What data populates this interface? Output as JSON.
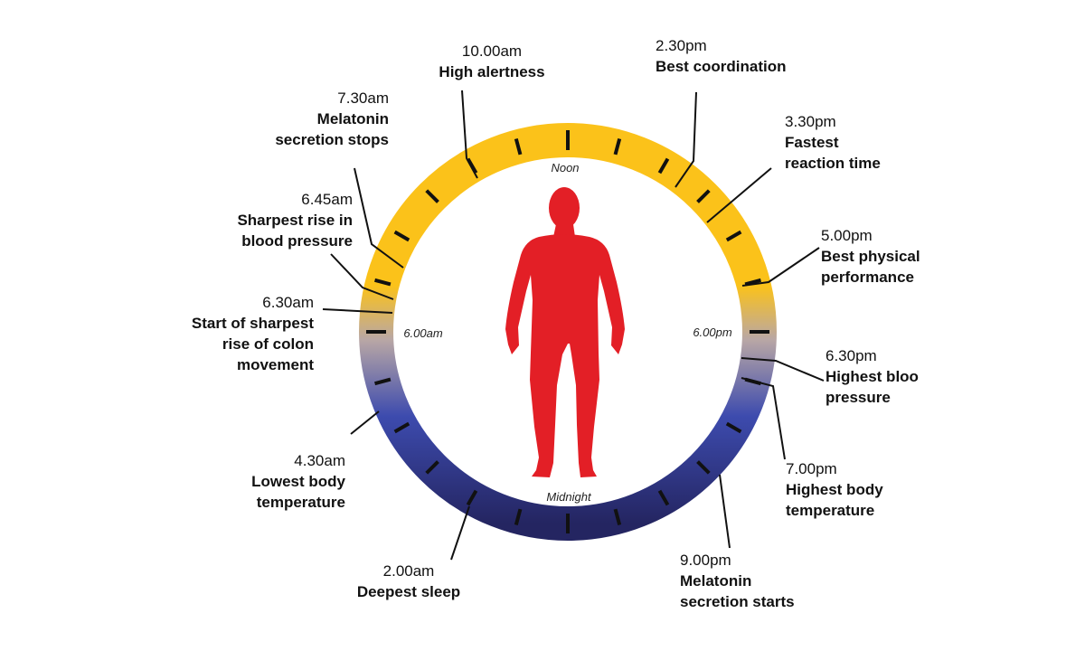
{
  "ring_labels": {
    "noon": "Noon",
    "midnight": "Midnight",
    "six_am": "6.00am",
    "six_pm": "6.00pm"
  },
  "colors": {
    "day": "#FBC21A",
    "dusk": "#B9A7A5",
    "night_mid": "#3D4BAE",
    "night_deep": "#242561",
    "figure": "#E31F26"
  },
  "events": [
    {
      "id": "high-alertness",
      "time": "10.00am",
      "desc": [
        "High alertness"
      ]
    },
    {
      "id": "best-coordination",
      "time": "2.30pm",
      "desc": [
        "Best coordination"
      ]
    },
    {
      "id": "melatonin-stops",
      "time": "7.30am",
      "desc": [
        "Melatonin",
        "secretion stops"
      ]
    },
    {
      "id": "fastest-reaction",
      "time": "3.30pm",
      "desc": [
        "Fastest",
        "reaction time"
      ]
    },
    {
      "id": "blood-pressure-rise",
      "time": "6.45am",
      "desc": [
        "Sharpest rise in",
        "blood pressure"
      ]
    },
    {
      "id": "best-physical",
      "time": "5.00pm",
      "desc": [
        "Best physical",
        "performance"
      ]
    },
    {
      "id": "colon-movement",
      "time": "6.30am",
      "desc": [
        "Start of sharpest",
        "rise of colon",
        "movement"
      ]
    },
    {
      "id": "highest-blood-pressure",
      "time": "6.30pm",
      "desc": [
        "Highest bloo",
        "pressure"
      ]
    },
    {
      "id": "lowest-temperature",
      "time": "4.30am",
      "desc": [
        "Lowest body",
        "temperature"
      ]
    },
    {
      "id": "highest-temperature",
      "time": "7.00pm",
      "desc": [
        "Highest body",
        "temperature"
      ]
    },
    {
      "id": "deepest-sleep",
      "time": "2.00am",
      "desc": [
        "Deepest sleep"
      ]
    },
    {
      "id": "melatonin-starts",
      "time": "9.00pm",
      "desc": [
        "Melatonin",
        "secretion starts"
      ]
    }
  ]
}
